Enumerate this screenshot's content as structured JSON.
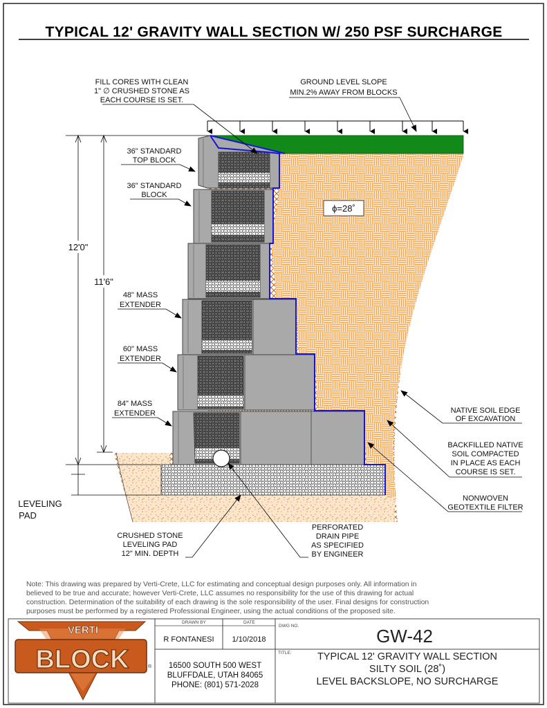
{
  "title": "TYPICAL 12' GRAVITY WALL SECTION W/ 250 PSF SURCHARGE",
  "callouts": {
    "fill_cores": [
      "FILL CORES WITH CLEAN",
      "1\" ∅ CRUSHED STONE AS",
      "EACH COURSE IS SET."
    ],
    "ground_slope": [
      "GROUND LEVEL SLOPE",
      "MIN.2% AWAY FROM BLOCKS"
    ],
    "top_block": [
      "36\" STANDARD",
      "TOP BLOCK"
    ],
    "std_block": [
      "36\" STANDARD",
      "BLOCK"
    ],
    "ext48": [
      "48\" MASS",
      "EXTENDER"
    ],
    "ext60": [
      "60\" MASS",
      "EXTENDER"
    ],
    "ext84": [
      "84\" MASS",
      "EXTENDER"
    ],
    "leveling_pad": [
      "LEVELING",
      "PAD"
    ],
    "crushed_stone": [
      "CRUSHED STONE",
      "LEVELING PAD",
      "12\" MIN. DEPTH"
    ],
    "drain_pipe": [
      "PERFORATED",
      "DRAIN PIPE",
      "AS SPECIFIED",
      "BY ENGINEER"
    ],
    "native_edge": [
      "NATIVE SOIL EDGE",
      "OF EXCAVATION"
    ],
    "backfill": [
      "BACKFILLED NATIVE",
      "SOIL COMPACTED",
      "IN PLACE AS EACH",
      "COURSE IS SET."
    ],
    "geotextile": [
      "NONWOVEN",
      "GEOTEXTILE FILTER"
    ],
    "phi": "ϕ=28˚"
  },
  "dimensions": {
    "total_height": "12'0\"",
    "exposed_height": "11'6\""
  },
  "note": [
    "Note: This drawing was prepared by Verti-Crete, LLC for estimating and conceptual design purposes only.  All information in",
    "believed to be true and accurate; however Verti-Crete, LLC assumes no responsibility for the use of this drawing for actual",
    "construction.  Determination of the suitability of each drawing is the sole responsibility of the user.  Final designs for construction",
    "purposes must be performed by a registered Professional Engineer, using the actual conditions of the proposed site."
  ],
  "title_block": {
    "logo_top": "VERTI",
    "logo_main": "BLOCK",
    "logo_reg": "®",
    "drawn_by_label": "DRAWN BY",
    "drawn_by": "R FONTANESI",
    "date_label": "DATE",
    "date": "1/10/2018",
    "dwg_no_label": "DWG NO.",
    "dwg_no": "GW-42",
    "title_label": "TITLE:",
    "address": [
      "16500 SOUTH 500 WEST",
      "BLUFFDALE, UTAH 84065",
      "PHONE: (801) 571-2028"
    ],
    "drawing_title": [
      "TYPICAL 12' GRAVITY WALL SECTION",
      "SILTY SOIL (28˚)",
      "LEVEL BACKSLOPE, NO SURCHARGE"
    ]
  },
  "colors": {
    "grass": "#118a1a",
    "backfill_weave": "#f2a54a",
    "native_hatch": "#b8651e",
    "block": "#a9a9a9",
    "geotextile": "#1414d8",
    "logo": "#c85a1e"
  }
}
